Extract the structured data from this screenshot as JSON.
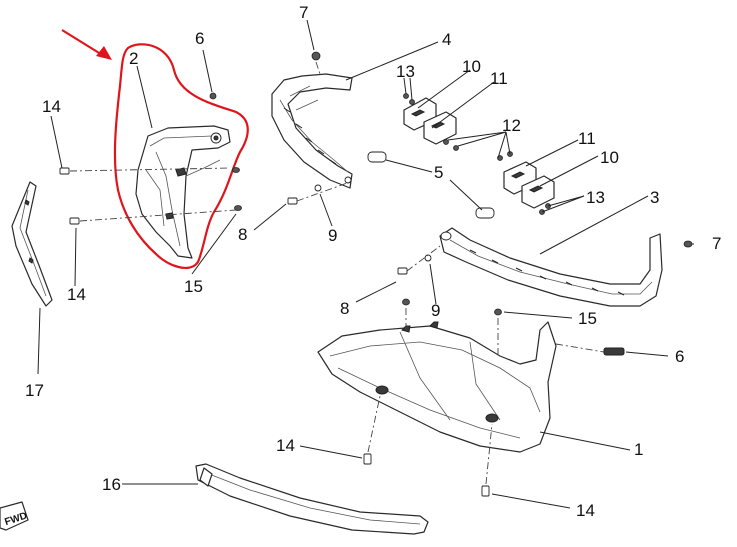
{
  "colors": {
    "highlight": "#e0141b",
    "line": "#222222"
  },
  "callouts": {
    "c1": "1",
    "c2": "2",
    "c3": "3",
    "c4": "4",
    "c5": "5",
    "c6a": "6",
    "c6b": "6",
    "c7a": "7",
    "c7b": "7",
    "c8a": "8",
    "c8b": "8",
    "c9a": "9",
    "c9b": "9",
    "c10a": "10",
    "c10b": "10",
    "c11a": "11",
    "c11b": "11",
    "c12": "12",
    "c13a": "13",
    "c13b": "13",
    "c14a": "14",
    "c14b": "14",
    "c14c": "14",
    "c14d": "14",
    "c15a": "15",
    "c15b": "15",
    "c16": "16",
    "c17": "17"
  },
  "badge": "FWD"
}
